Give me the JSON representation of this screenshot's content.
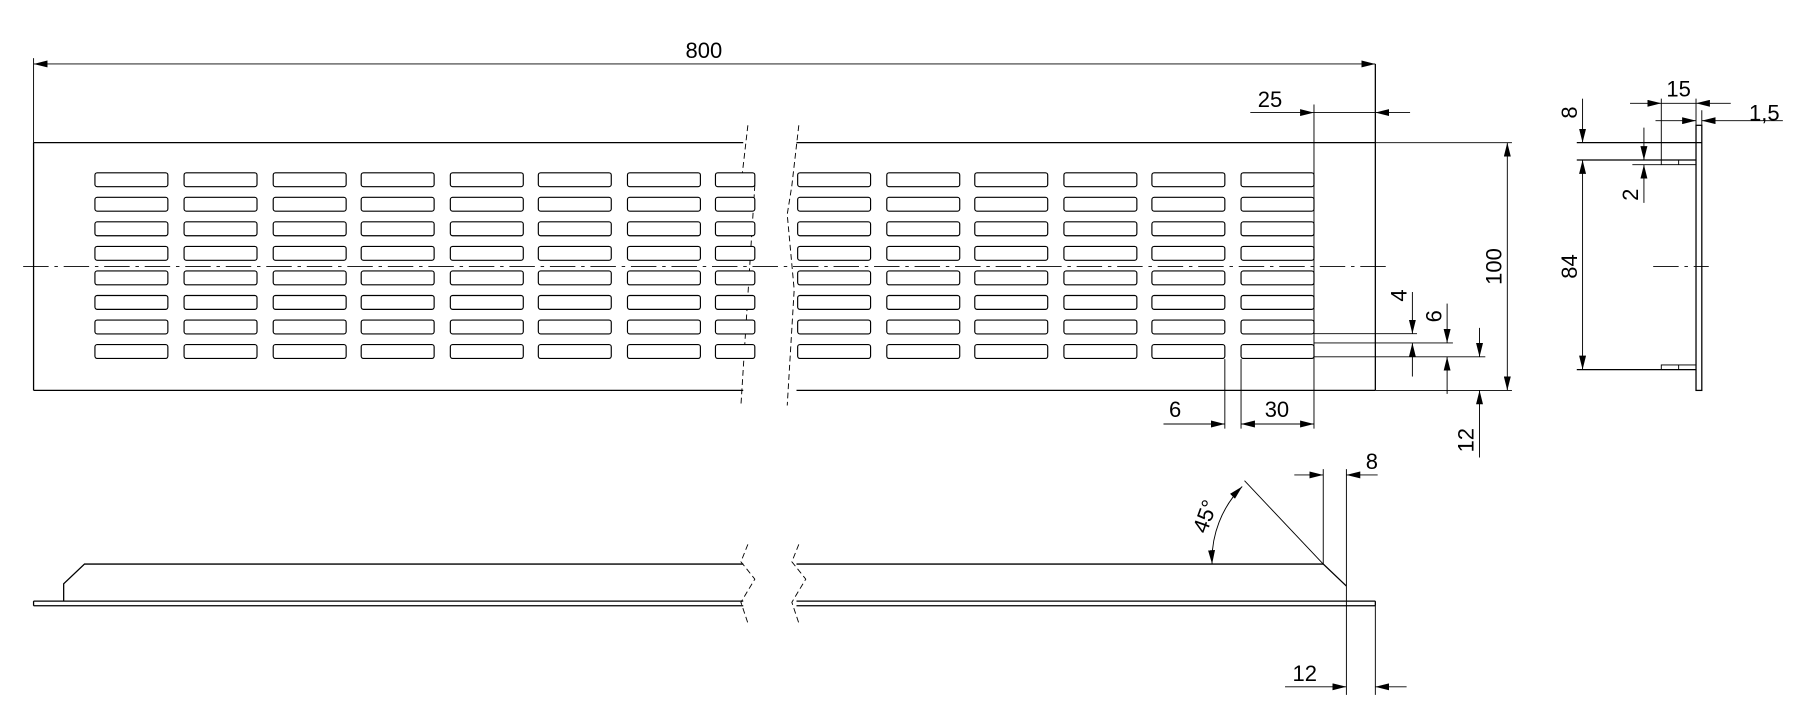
{
  "dimensions": {
    "length": "800",
    "end_margin": "25",
    "height": "100",
    "slot_height": "4",
    "slot_pitch": "6",
    "bottom_margin": "12",
    "slot_gap": "6",
    "slot_length": "30",
    "side_flange": "8",
    "side_inner": "84",
    "side_tab": "2",
    "side_depth": "15",
    "side_thickness": "1,5",
    "profile_angle": "45°",
    "profile_top": "8",
    "profile_bottom": "12"
  },
  "slot_rows": 8
}
